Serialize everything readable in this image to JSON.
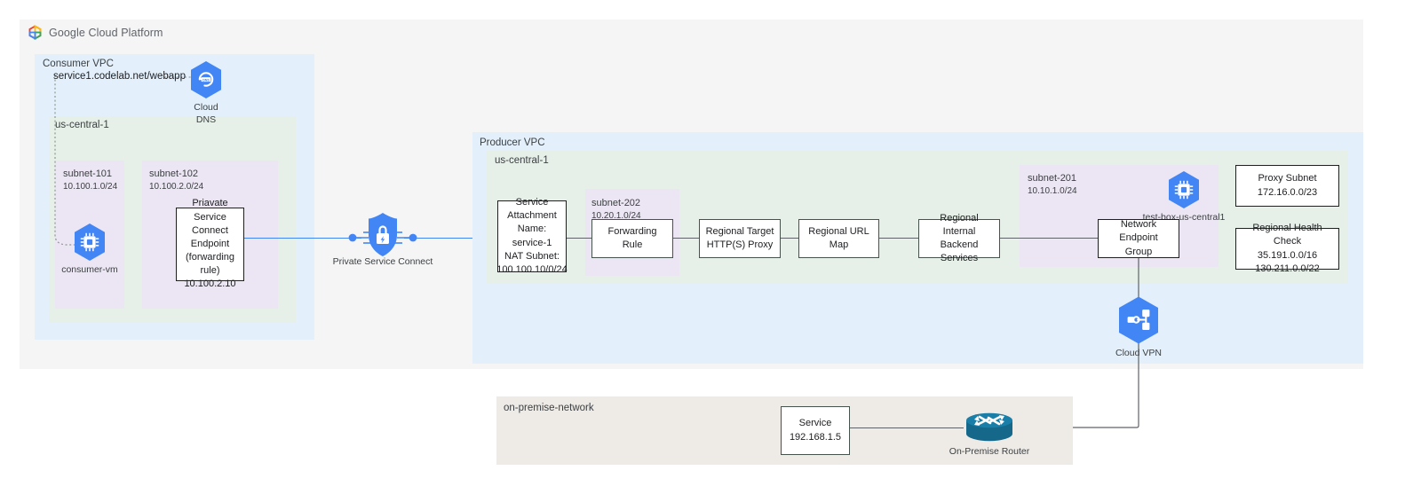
{
  "header": {
    "logo_name": "google-cloud-platform-logo",
    "title": "Google Cloud Platform"
  },
  "consumer": {
    "vpc_label": "Consumer VPC",
    "region_label": "us-central-1",
    "dns_record": "service1.codelab.net/webapp",
    "cloud_dns": {
      "label_line1": "Cloud",
      "label_line2": "DNS",
      "icon": "cloud-dns-icon"
    },
    "subnets": [
      {
        "name": "subnet-101",
        "cidr": "10.100.1.0/24"
      },
      {
        "name": "subnet-102",
        "cidr": "10.100.2.0/24"
      }
    ],
    "vm": {
      "label": "consumer-vm",
      "icon": "compute-engine-icon"
    },
    "psc_endpoint": {
      "line1": "Priavate Service",
      "line2": "Connect Endpoint",
      "line3": "(forwarding rule)",
      "line4": "10.100.2.10"
    }
  },
  "psc": {
    "label": "Private Service Connect",
    "icon": "private-service-connect-icon"
  },
  "producer": {
    "vpc_label": "Producer VPC",
    "region_label": "us-central-1",
    "service_attachment": {
      "line1": "Service",
      "line2": "Attachment",
      "line3": "Name: service-1",
      "line4": "NAT Subnet:",
      "line5": "100.100.10/0/24"
    },
    "subnet_202": {
      "name": "subnet-202",
      "cidr": "10.20.1.0/24"
    },
    "forwarding_rule": "Forwarding Rule",
    "target_proxy": {
      "line1": "Regional Target",
      "line2": "HTTP(S) Proxy"
    },
    "url_map": "Regional URL Map",
    "backend_services": {
      "line1": "Regional Internal",
      "line2": "Backend Services"
    },
    "subnet_201": {
      "name": "subnet-201",
      "cidr": "10.10.1.0/24"
    },
    "test_box": {
      "label": "test-box-us-central1",
      "icon": "compute-engine-icon"
    },
    "neg": {
      "line1": "Network Endpoint",
      "line2": "Group"
    },
    "proxy_subnet": {
      "line1": "Proxy Subnet",
      "line2": "172.16.0.0/23"
    },
    "health_check": {
      "line1": "Regional Health Check",
      "line2": "35.191.0.0/16",
      "line3": "130.211.0.0/22"
    },
    "cloud_vpn": {
      "label": "Cloud VPN",
      "icon": "cloud-vpn-icon"
    }
  },
  "onpremise": {
    "network_label": "on-premise-network",
    "service": {
      "line1": "Service",
      "line2": "192.168.1.5"
    },
    "router": {
      "label": "On-Premise Router",
      "icon": "router-icon"
    }
  },
  "colors": {
    "vpc_blue": "#e3f0fb",
    "region_green": "#e6f0e8",
    "subnet_purple": "#ece5f3",
    "onprem_beige": "#eeebe7",
    "canvas_gray": "#f5f5f5",
    "gcp_blue": "#4285f4",
    "router_teal": "#1a6e8e",
    "line_gray": "#5f6368"
  }
}
